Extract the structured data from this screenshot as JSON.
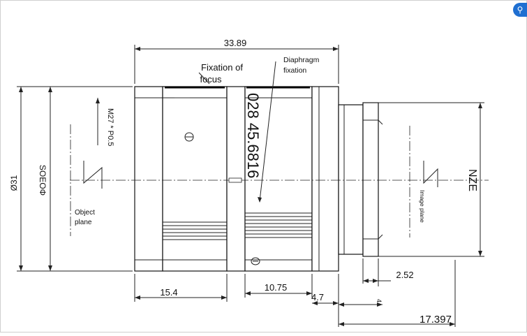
{
  "dimensions": {
    "total_length": "33.89",
    "outer_diameter": "Ø31",
    "thread": "M27 * P0.5",
    "front_section": "15.4",
    "focus_ring": "10.75",
    "gap": "4.7",
    "flange": "2.52",
    "flange_tick": "4",
    "back_focal": "17.397",
    "object_side": "SOEOΦ",
    "image_side": "NZE"
  },
  "labels": {
    "focus_line1": "Fixation of",
    "focus_line2": "focus",
    "diaphragm_line1": "Diaphragm",
    "diaphragm_line2": "fixation",
    "object_line1": "Object",
    "object_line2": "plane",
    "image_plane": "Image plane",
    "part_number": "028 45.6816"
  },
  "icons": {
    "corner": "link-icon"
  }
}
